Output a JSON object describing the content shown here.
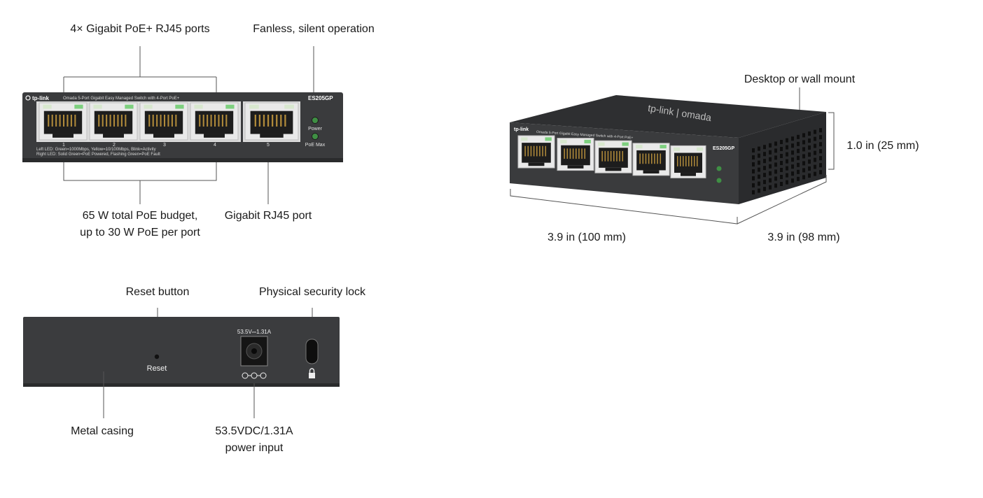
{
  "callouts": {
    "poe_ports": "4× Gigabit PoE+ RJ45 ports",
    "fanless": "Fanless, silent operation",
    "poe_budget_1": "65 W total PoE budget,",
    "poe_budget_2": "up to 30 W PoE per port",
    "rj45": "Gigabit RJ45 port",
    "reset_button": "Reset button",
    "security_lock": "Physical security lock",
    "metal_casing": "Metal casing",
    "power_input_1": "53.5VDC/1.31A",
    "power_input_2": "power input",
    "mount": "Desktop or wall mount",
    "height": "1.0 in (25 mm)",
    "width": "3.9 in (100 mm)",
    "depth": "3.9 in (98 mm)"
  },
  "device": {
    "brand": "tp-link",
    "model": "ES205GP",
    "description": "Omada 5-Port Gigabit Easy Managed Switch with 4-Port PoE+",
    "top_logo": "tp-link | omada",
    "led_power": "Power",
    "led_poe_max": "PoE Max",
    "port_numbers": [
      "1",
      "2",
      "3",
      "4",
      "5"
    ],
    "legend_line_1": "Left LED: Green=1000Mbps, Yellow=10/100Mbps, Blink=Activity",
    "legend_line_2": "Right LED: Solid Green=PoE Powered, Flashing Green=PoE Fault",
    "rear_reset": "Reset",
    "rear_power_rating": "53.5V⎓1.31A"
  },
  "colors": {
    "chassis": "#3a3b3d",
    "chassis_dark": "#232425",
    "port_frame": "#e9e9e9",
    "led_green": "#4caf50"
  }
}
